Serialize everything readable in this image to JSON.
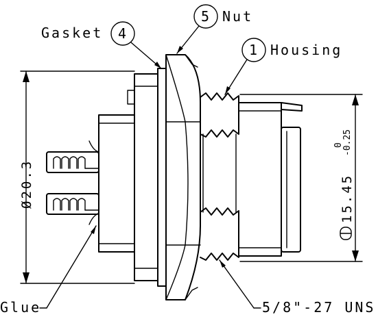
{
  "callouts": [
    {
      "number": "5",
      "label": "Nut"
    },
    {
      "number": "4",
      "label": "Gasket"
    },
    {
      "number": "1",
      "label": "Housing"
    }
  ],
  "glue_label": "Glue",
  "thread_label": "5/8\"-27 UNS",
  "dimension_left": {
    "symbol": "Ø",
    "value": "20.3"
  },
  "dimension_right": {
    "value": "15.45",
    "tol_upper": "0",
    "tol_lower": "-0.25"
  }
}
